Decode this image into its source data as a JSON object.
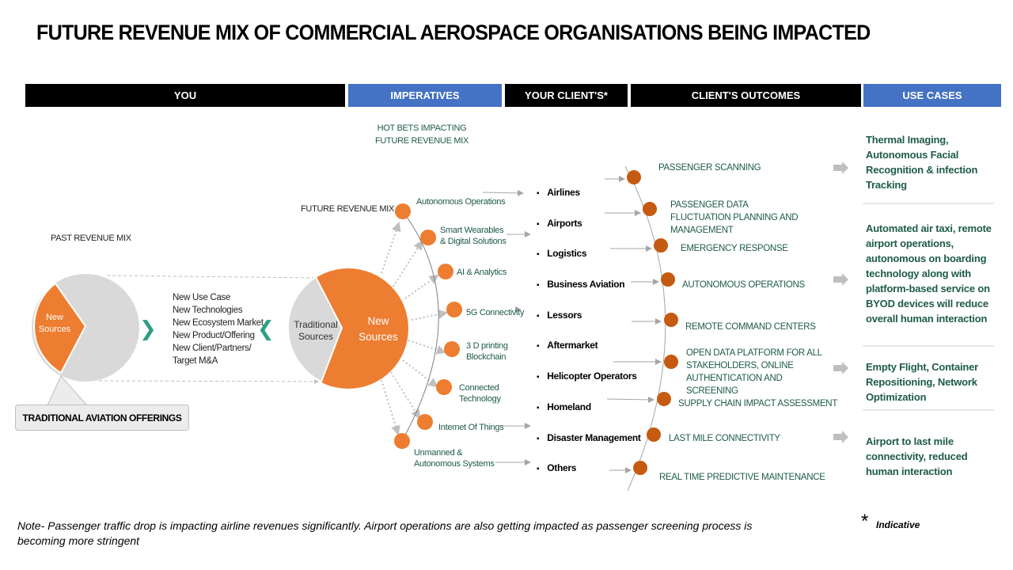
{
  "title": "FUTURE REVENUE MIX OF COMMERCIAL AEROSPACE ORGANISATIONS BEING IMPACTED",
  "headers": [
    "YOU",
    "IMPERATIVES",
    "YOUR CLIENT'S*",
    "CLIENT'S OUTCOMES",
    "USE CASES"
  ],
  "colors": {
    "orange": "#ed7d31",
    "dark_orange": "#c55a11",
    "grey": "#d9d9d9",
    "blue": "#4472c4",
    "green_text": "#1e5b4a"
  },
  "you": {
    "past_label": "PAST REVENUE MIX",
    "past_new": "New Sources",
    "callout": "TRADITIONAL AVIATION OFFERINGS",
    "drivers": [
      "New Use Case",
      "New Technologies",
      "New Ecosystem Market",
      "New Product/Offering",
      "New Client/Partners/",
      "Target M&A"
    ],
    "future_label": "FUTURE REVENUE MIX",
    "future_traditional": "Traditional Sources",
    "future_new": "New Sources"
  },
  "imperatives": {
    "heading": "HOT BETS IMPACTING FUTURE REVENUE MIX",
    "items": [
      "Autonomous Operations",
      "Smart Wearables & Digital Solutions",
      "AI & Analytics",
      "5G Connectivity",
      "3 D printing Blockchain",
      "Connected Technology",
      "Internet Of Things",
      "Unmanned & Autonomous Systems"
    ]
  },
  "clients": [
    "Airlines",
    "Airports",
    "Logistics",
    "Business Aviation",
    "Lessors",
    "Aftermarket",
    "Helicopter Operators",
    "Homeland",
    "Disaster Management",
    "Others"
  ],
  "outcomes": [
    "PASSENGER SCANNING",
    "PASSENGER DATA FLUCTUATION PLANNING AND MANAGEMENT",
    "EMERGENCY RESPONSE",
    "AUTONOMOUS OPERATIONS",
    "REMOTE COMMAND CENTERS",
    "OPEN DATA PLATFORM FOR ALL STAKEHOLDERS, ONLINE AUTHENTICATION AND SCREENING",
    "SUPPLY CHAIN IMPACT ASSESSMENT",
    "LAST MILE CONNECTIVITY",
    "REAL TIME PREDICTIVE MAINTENANCE"
  ],
  "use_cases": [
    "Thermal Imaging, Autonomous Facial Recognition & infection Tracking",
    "Automated air taxi, remote airport operations, autonomous on boarding technology along with platform-based service on BYOD devices will reduce overall human interaction",
    "Empty Flight, Container Repositioning, Network Optimization",
    "Airport to last mile connectivity, reduced human interaction"
  ],
  "note": "Note- Passenger traffic drop is impacting airline revenues significantly. Airport operations are also getting impacted as passenger screening process is becoming more stringent",
  "footnote_mark": "*",
  "footnote": "Indicative"
}
